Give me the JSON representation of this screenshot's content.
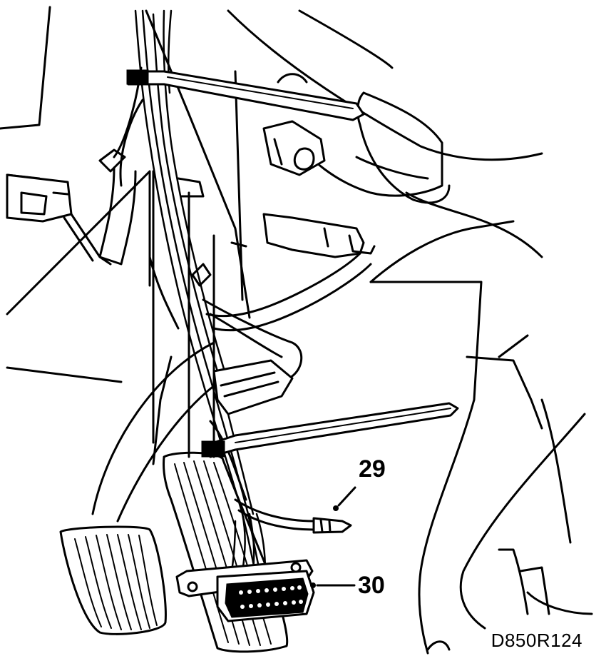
{
  "callouts": {
    "item_29": "29",
    "item_30": "30"
  },
  "figure_id": "D850R124"
}
